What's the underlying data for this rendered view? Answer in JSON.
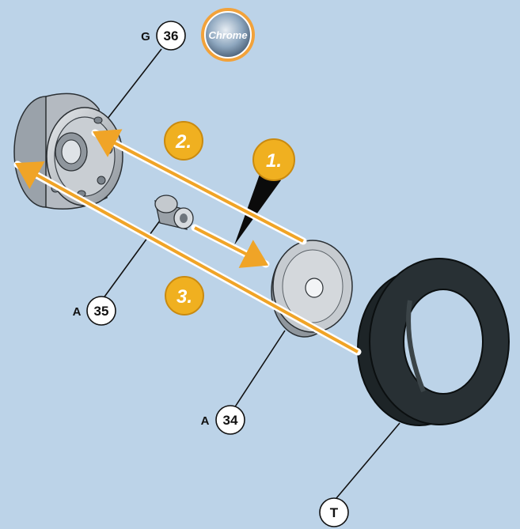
{
  "badge": {
    "text": "Chrome"
  },
  "callouts": [
    {
      "letter": "G",
      "number": "36"
    },
    {
      "letter": "A",
      "number": "35"
    },
    {
      "letter": "A",
      "number": "34"
    },
    {
      "letter": "",
      "number": "T"
    }
  ],
  "steps": [
    "1.",
    "2.",
    "3."
  ],
  "colors": {
    "background": "#bcd3e8",
    "arrow": "#f0a427",
    "step_badge": "#f0b020",
    "part_grey": "#b9bfc6",
    "tire": "#222a2e"
  }
}
